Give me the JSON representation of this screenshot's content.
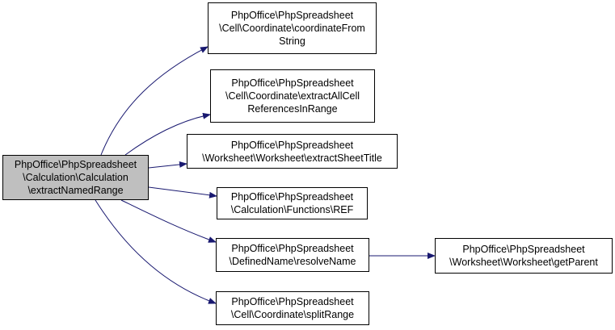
{
  "graph": {
    "root": {
      "lines": [
        "PhpOffice\\PhpSpreadsheet",
        "\\Calculation\\Calculation",
        "\\extractNamedRange"
      ]
    },
    "callees": [
      {
        "lines": [
          "PhpOffice\\PhpSpreadsheet",
          "\\Cell\\Coordinate\\coordinateFrom",
          "String"
        ]
      },
      {
        "lines": [
          "PhpOffice\\PhpSpreadsheet",
          "\\Cell\\Coordinate\\extractAllCell",
          "ReferencesInRange"
        ]
      },
      {
        "lines": [
          "PhpOffice\\PhpSpreadsheet",
          "\\Worksheet\\Worksheet\\extractSheetTitle"
        ]
      },
      {
        "lines": [
          "PhpOffice\\PhpSpreadsheet",
          "\\Calculation\\Functions\\REF"
        ]
      },
      {
        "lines": [
          "PhpOffice\\PhpSpreadsheet",
          "\\DefinedName\\resolveName"
        ]
      },
      {
        "lines": [
          "PhpOffice\\PhpSpreadsheet",
          "\\Cell\\Coordinate\\splitRange"
        ]
      }
    ],
    "secondary": {
      "lines": [
        "PhpOffice\\PhpSpreadsheet",
        "\\Worksheet\\Worksheet\\getParent"
      ]
    },
    "edge_color": "#191970",
    "root_fill": "#bfbfbf",
    "node_fill": "#ffffff",
    "border_color": "#000000"
  }
}
